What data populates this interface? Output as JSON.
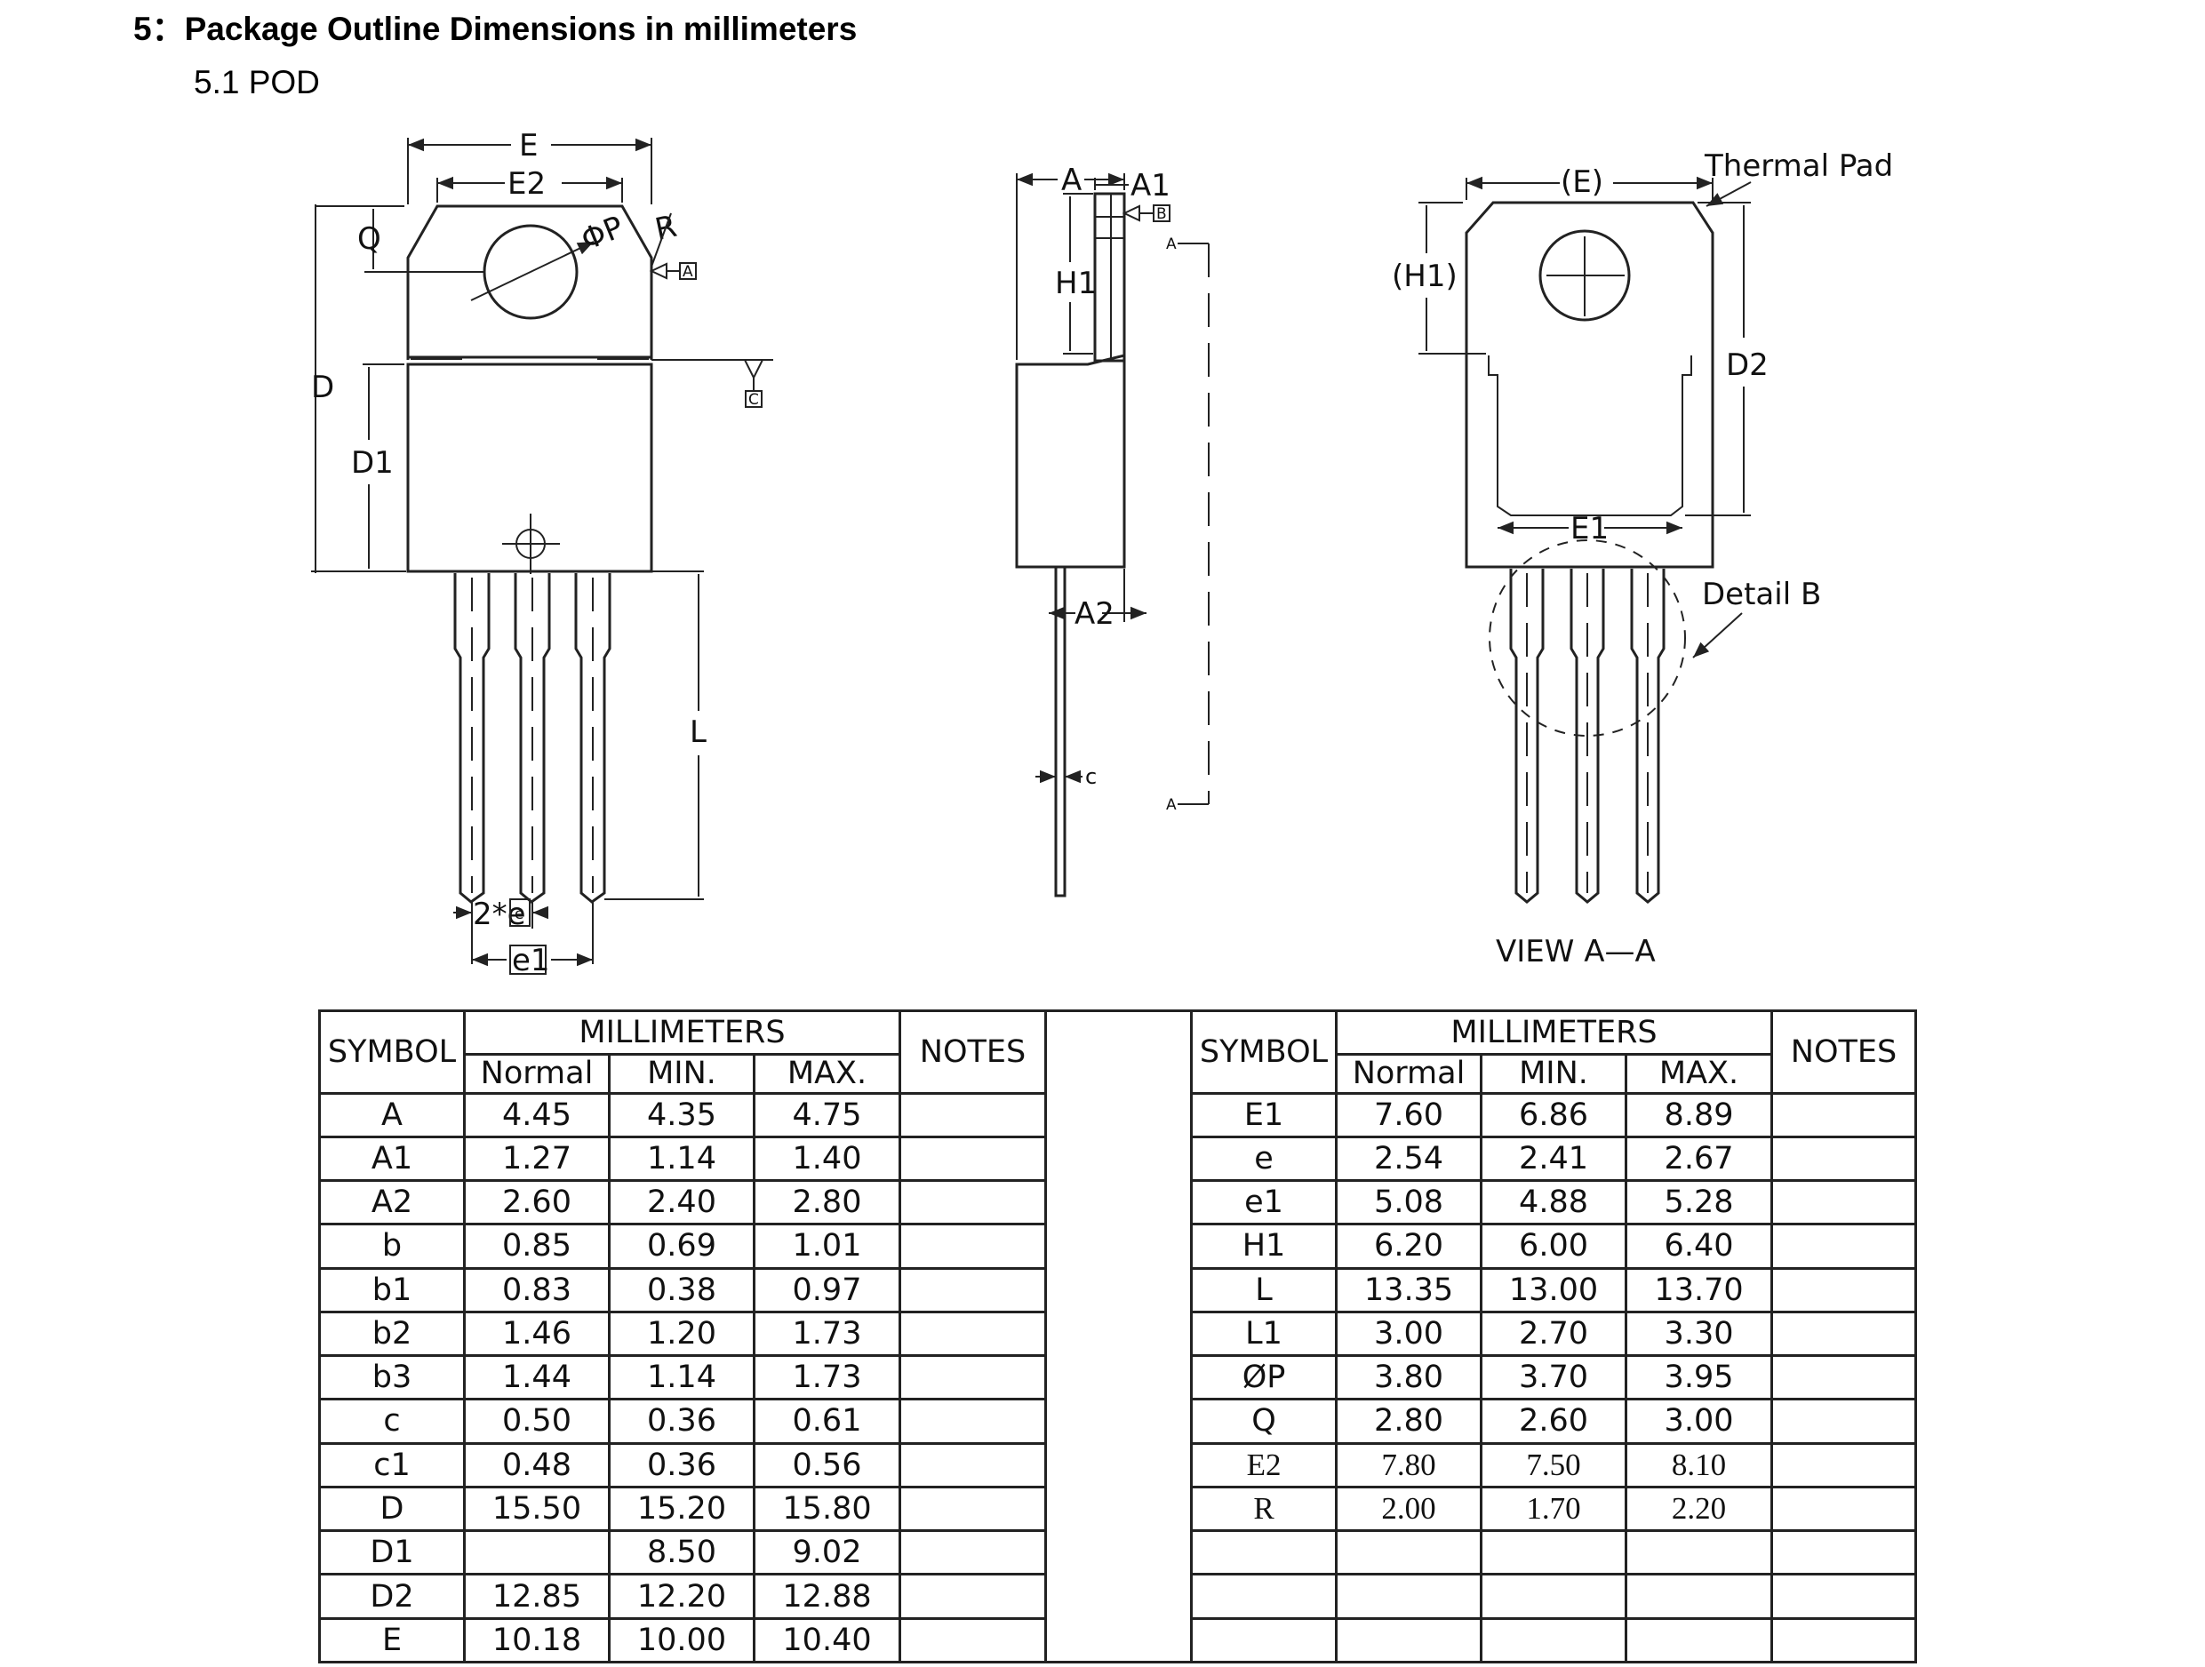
{
  "heading": "5：Package Outline Dimensions in millimeters",
  "subheading": "5.1 POD",
  "drawing": {
    "front_view": {
      "E": "E",
      "E2": "E2",
      "Q": "Q",
      "phiP": "ΦP",
      "R": "R",
      "datum_A": "A",
      "datum_C": "C",
      "D": "D",
      "D1": "D1",
      "L": "L",
      "two_e": "2*e",
      "two_e_box": "e",
      "e1": "e1"
    },
    "side_view": {
      "A": "A",
      "A1": "A1",
      "datum_B": "B",
      "H1": "H1",
      "A2": "A2",
      "c": "c",
      "section_top": "A",
      "section_bottom": "A"
    },
    "back_view": {
      "E_ref": "(E)",
      "thermal_pad": "Thermal Pad",
      "H1_ref": "(H1)",
      "D2": "D2",
      "E1": "E1",
      "detail_b": "Detail B",
      "view_label": "VIEW A—A"
    }
  },
  "table": {
    "symbol_header": "SYMBOL",
    "mm_header": "MILLIMETERS",
    "normal_header": "Normal",
    "min_header": "MIN.",
    "max_header": "MAX.",
    "notes_header": "NOTES",
    "left_rows": [
      {
        "symbol": "A",
        "normal": "4.45",
        "min": "4.35",
        "max": "4.75"
      },
      {
        "symbol": "A1",
        "normal": "1.27",
        "min": "1.14",
        "max": "1.40"
      },
      {
        "symbol": "A2",
        "normal": "2.60",
        "min": "2.40",
        "max": "2.80"
      },
      {
        "symbol": "b",
        "normal": "0.85",
        "min": "0.69",
        "max": "1.01"
      },
      {
        "symbol": "b1",
        "normal": "0.83",
        "min": "0.38",
        "max": "0.97"
      },
      {
        "symbol": "b2",
        "normal": "1.46",
        "min": "1.20",
        "max": "1.73"
      },
      {
        "symbol": "b3",
        "normal": "1.44",
        "min": "1.14",
        "max": "1.73"
      },
      {
        "symbol": "c",
        "normal": "0.50",
        "min": "0.36",
        "max": "0.61"
      },
      {
        "symbol": "c1",
        "normal": "0.48",
        "min": "0.36",
        "max": "0.56"
      },
      {
        "symbol": "D",
        "normal": "15.50",
        "min": "15.20",
        "max": "15.80"
      },
      {
        "symbol": "D1",
        "normal": "",
        "min": "8.50",
        "max": "9.02"
      },
      {
        "symbol": "D2",
        "normal": "12.85",
        "min": "12.20",
        "max": "12.88"
      },
      {
        "symbol": "E",
        "normal": "10.18",
        "min": "10.00",
        "max": "10.40"
      }
    ],
    "right_rows": [
      {
        "symbol": "E1",
        "normal": "7.60",
        "min": "6.86",
        "max": "8.89"
      },
      {
        "symbol": "e",
        "normal": "2.54",
        "min": "2.41",
        "max": "2.67"
      },
      {
        "symbol": "e1",
        "normal": "5.08",
        "min": "4.88",
        "max": "5.28"
      },
      {
        "symbol": "H1",
        "normal": "6.20",
        "min": "6.00",
        "max": "6.40"
      },
      {
        "symbol": "L",
        "normal": "13.35",
        "min": "13.00",
        "max": "13.70"
      },
      {
        "symbol": "L1",
        "normal": "3.00",
        "min": "2.70",
        "max": "3.30"
      },
      {
        "symbol": "ØP",
        "normal": "3.80",
        "min": "3.70",
        "max": "3.95"
      },
      {
        "symbol": "Q",
        "normal": "2.80",
        "min": "2.60",
        "max": "3.00"
      },
      {
        "symbol": "E2",
        "normal": "7.80",
        "min": "7.50",
        "max": "8.10"
      },
      {
        "symbol": "R",
        "normal": "2.00",
        "min": "1.70",
        "max": "2.20"
      },
      {
        "symbol": "",
        "normal": "",
        "min": "",
        "max": ""
      },
      {
        "symbol": "",
        "normal": "",
        "min": "",
        "max": ""
      },
      {
        "symbol": "",
        "normal": "",
        "min": "",
        "max": ""
      }
    ]
  }
}
